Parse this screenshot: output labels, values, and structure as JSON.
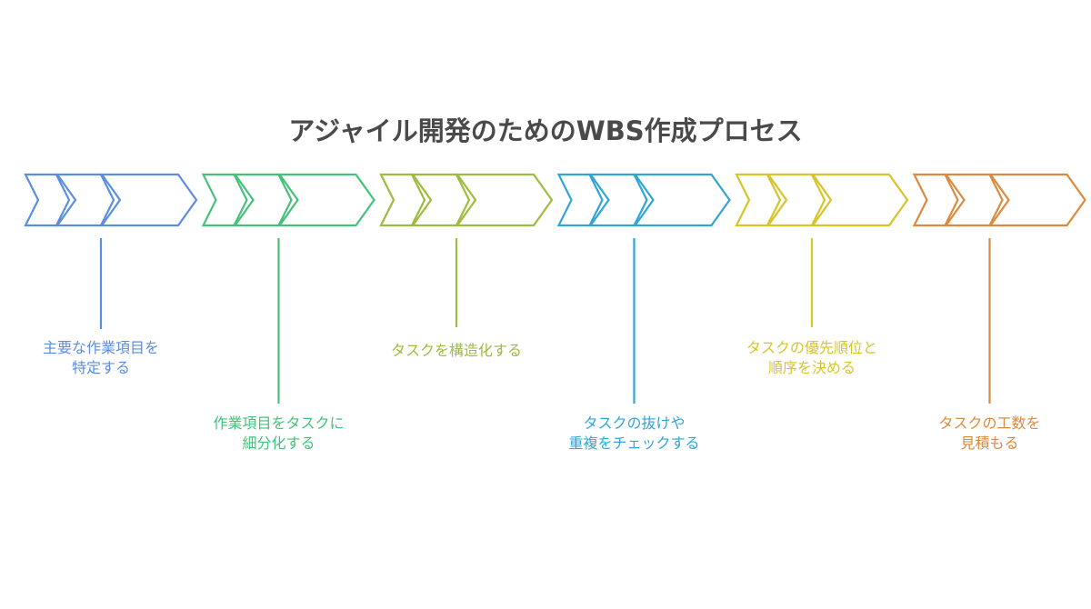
{
  "title": "アジャイル開発のためのWBS作成プロセス",
  "steps": [
    {
      "label": "主要な作業項目を\n特定する",
      "color": "#5b8ee0"
    },
    {
      "label": "作業項目をタスクに\n細分化する",
      "color": "#45c17a"
    },
    {
      "label": "タスクを構造化する",
      "color": "#9cbc3e"
    },
    {
      "label": "タスクの抜けや\n重複をチェックする",
      "color": "#2fa6d6"
    },
    {
      "label": "タスクの優先順位と\n順序を決める",
      "color": "#d6c42a"
    },
    {
      "label": "タスクの工数を\n見積もる",
      "color": "#dc8a3e"
    }
  ]
}
